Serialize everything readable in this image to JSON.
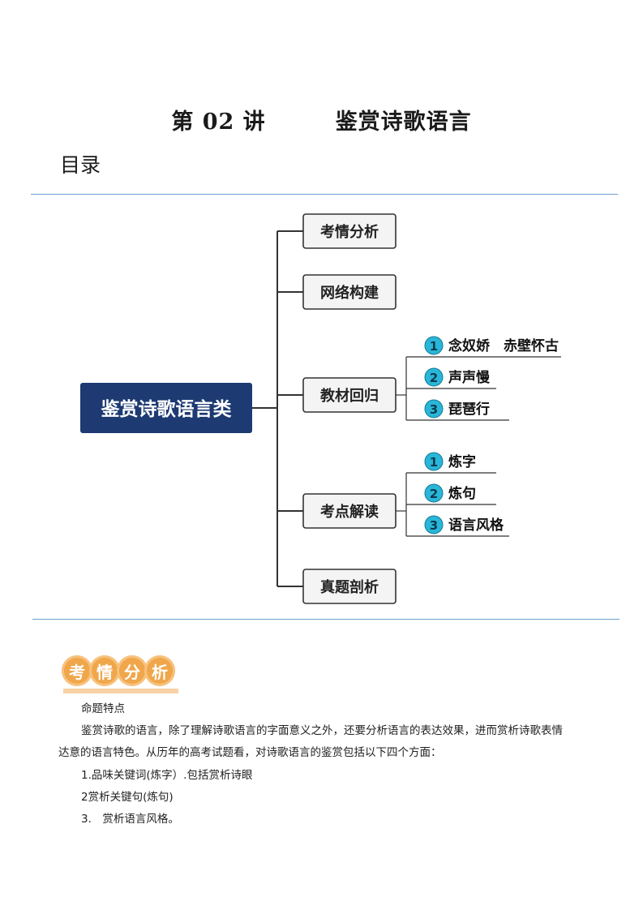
{
  "header": {
    "lesson": "第 02 讲",
    "topic": "鉴赏诗歌语言",
    "toc_label": "目录"
  },
  "mindmap": {
    "root": "鉴赏诗歌语言类",
    "branches": [
      {
        "label": "考情分析",
        "children": []
      },
      {
        "label": "网络构建",
        "children": []
      },
      {
        "label": "教材回归",
        "children": [
          {
            "num": "1",
            "label": "念奴娇　赤壁怀古"
          },
          {
            "num": "2",
            "label": "声声慢"
          },
          {
            "num": "3",
            "label": "琵琶行"
          }
        ]
      },
      {
        "label": "考点解读",
        "children": [
          {
            "num": "1",
            "label": "炼字"
          },
          {
            "num": "2",
            "label": "炼句"
          },
          {
            "num": "3",
            "label": "语言风格"
          }
        ]
      },
      {
        "label": "真题剖析",
        "children": []
      }
    ]
  },
  "section": {
    "badge_chars": [
      "考",
      "情",
      "分",
      "析"
    ],
    "heading": "命题特点",
    "para1": "鉴赏诗歌的语言，除了理解诗歌语言的字面意义之外，还要分析语言的表达效果，进而赏析诗歌表情",
    "para2": "达意的语言特色。从历年的高考试题看，对诗歌语言的鉴赏包括以下四个方面：",
    "item1": "1.品味关键词(炼字）.包括赏析诗眼",
    "item2": "2赏析关键句(炼句)",
    "item3": "3.　赏析语言风格。"
  },
  "colors": {
    "root_bg": "#1d3a72",
    "connector": "#333333",
    "number_circle": "#29b6d8",
    "rule": "#6b9ed0",
    "badge": "#f0a64a"
  }
}
